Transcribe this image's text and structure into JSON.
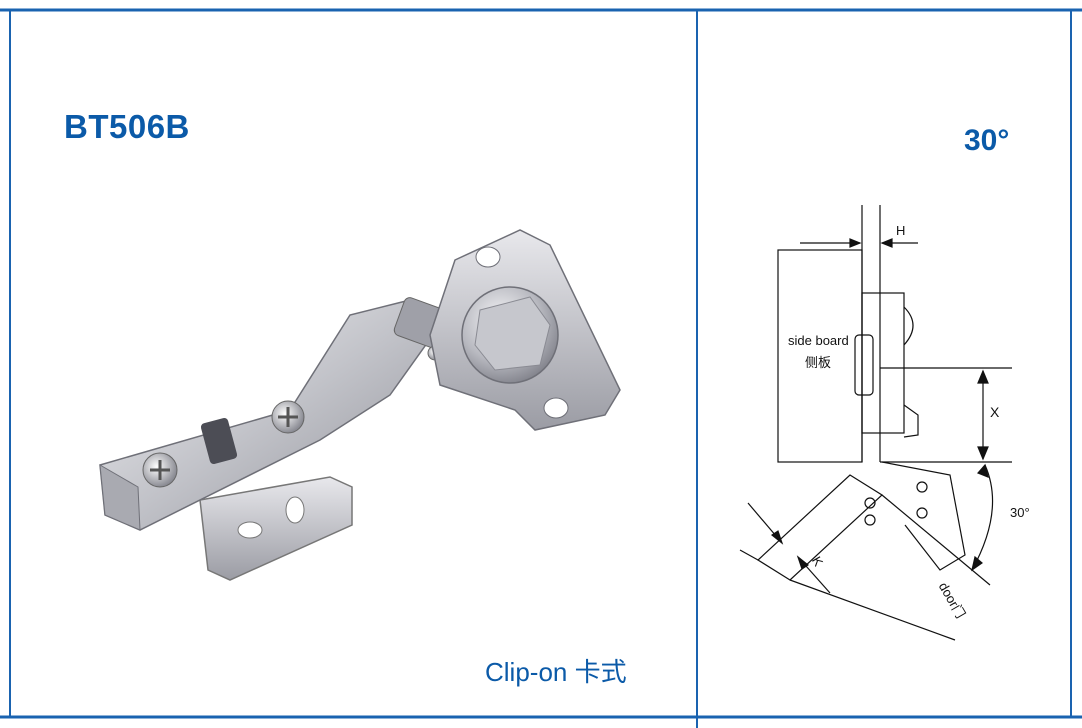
{
  "product": {
    "model": "BT506B",
    "mount_type": "Clip-on 卡式"
  },
  "diagram": {
    "angle_title": "30°",
    "side_board_en": "side board",
    "side_board_cn": "侧板",
    "label_h": "H",
    "label_x": "X",
    "label_k": "K",
    "label_angle": "30°",
    "label_door": "door门"
  },
  "colors": {
    "accent": "#0b5aa8",
    "frame": "#1a63b0",
    "metal": "#c9c9cf"
  }
}
